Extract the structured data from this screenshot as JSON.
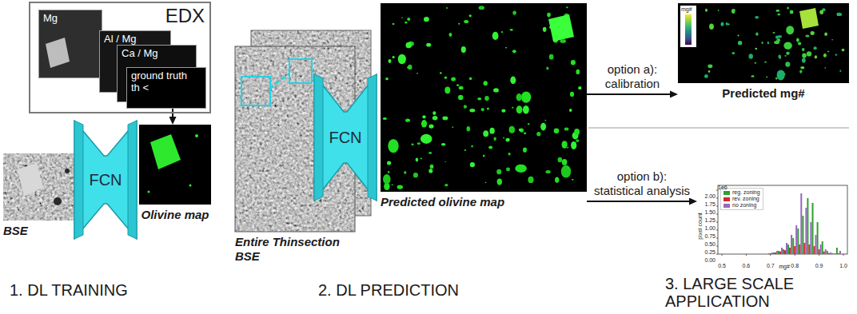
{
  "diagram": {
    "nodes": [
      {
        "text": [
          "EDX"
        ]
      },
      {
        "text": [
          "Mg"
        ],
        "in": 0
      },
      {
        "text": [
          "Al / Mg"
        ],
        "in": 0
      },
      {
        "text": [
          "Ca / Mg"
        ],
        "in": 0
      },
      {
        "text": [
          "ground truth th <"
        ],
        "in": 0
      },
      {
        "text": [
          "BSE"
        ]
      },
      {
        "text": [
          "FCN"
        ]
      },
      {
        "text": [
          "Olivine map"
        ]
      },
      {
        "text": [
          "Entire Thinsection BSE"
        ]
      },
      {
        "text": [
          "FCN"
        ]
      },
      {
        "text": [
          "Predicted olivine map"
        ]
      },
      {
        "text": [
          "mg#",
          "Predicted mg#"
        ]
      },
      {
        "text": [
          "mg#"
        ]
      }
    ],
    "edges": [
      {
        "from": 4,
        "to": 7,
        "arrow": "to"
      },
      {
        "from": 10,
        "to": 11,
        "label": "option a): calibration",
        "arrow": "to"
      },
      {
        "from": 10,
        "to": 12,
        "label": "option b): statistical analysis",
        "arrow": "to"
      }
    ],
    "labels": [
      "1. DL TRAINING",
      "2. DL PREDICTION",
      "3. LARGE SCALE APPLICATION",
      "1e6",
      "0.00",
      "0.25",
      "0.50",
      "0.75",
      "1.00",
      "1.25",
      "1.50",
      "1.75",
      "2.00",
      "pixel count",
      "0.5",
      "0.6",
      "0.7",
      "0.8",
      "0.9",
      "1.0"
    ],
    "legend": [
      {
        "text": "reg. zoning",
        "color": "#2ca02c"
      },
      {
        "text": "rev. zoning",
        "color": "#d62728"
      },
      {
        "text": "no zoning",
        "color": "#9467bd"
      }
    ]
  }
}
